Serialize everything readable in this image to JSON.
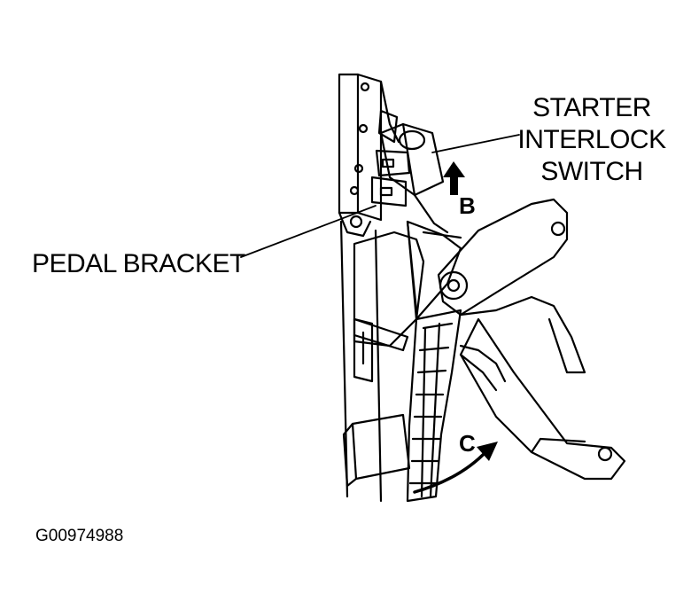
{
  "labels": {
    "starter_line1": "STARTER",
    "starter_line2": "INTERLOCK",
    "starter_line3": "SWITCH",
    "pedal_bracket": "PEDAL BRACKET",
    "arrow_b": "B",
    "arrow_c": "C"
  },
  "figure_id": "G00974988"
}
